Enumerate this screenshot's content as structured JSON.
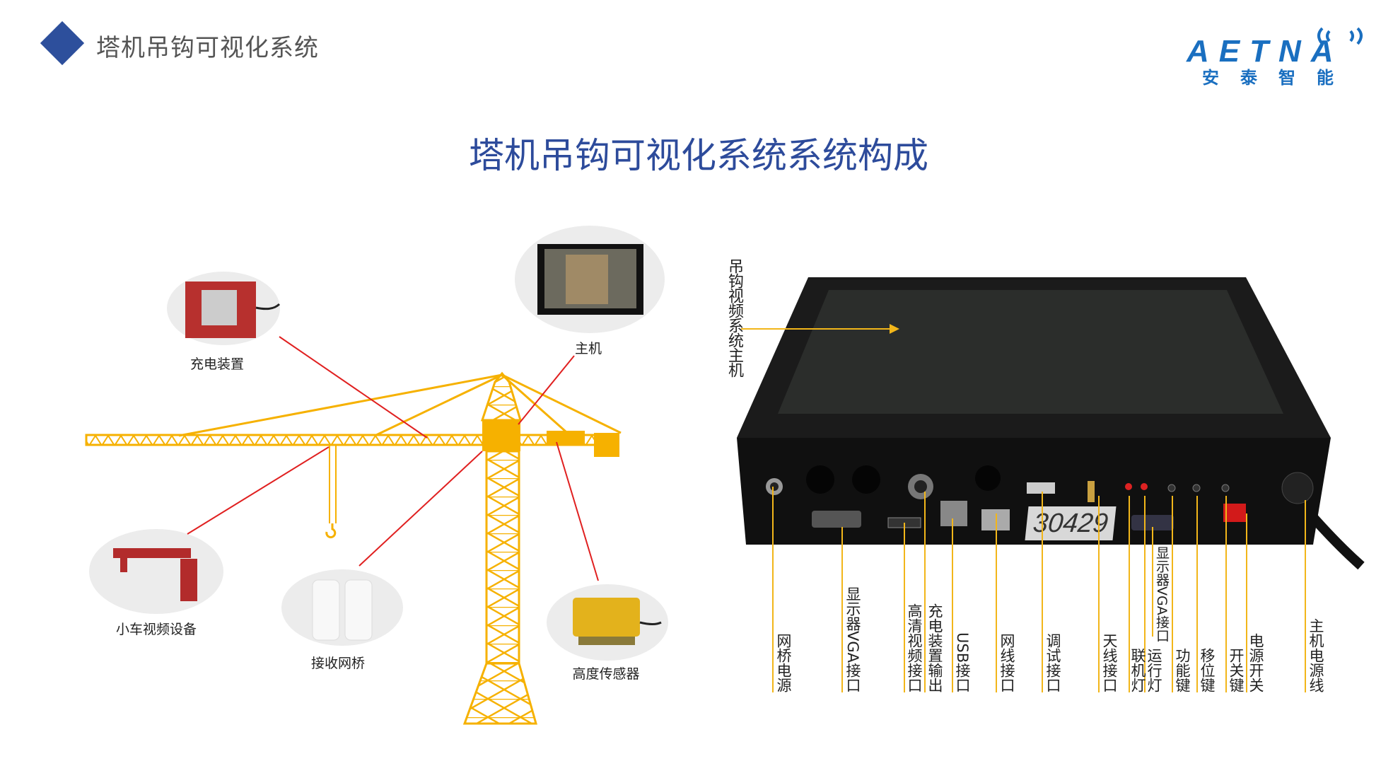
{
  "header": {
    "title": "塔机吊钩可视化系统"
  },
  "logo": {
    "word": "AETNA",
    "cn": "安泰智能"
  },
  "main_title": "塔机吊钩可视化系统系统构成",
  "crane_components": {
    "charger": "充电装置",
    "host": "主机",
    "trolley_camera": "小车视频设备",
    "bridge_receiver": "接收网桥",
    "height_sensor": "高度传感器"
  },
  "host_panel": {
    "title": "吊钩视频系统主机",
    "sticker": "30429",
    "ports": [
      {
        "label": "网桥电源"
      },
      {
        "label": "显示器VGA接口"
      },
      {
        "label": "高清视频接口"
      },
      {
        "label": "充电装置输出"
      },
      {
        "label": "USB接口"
      },
      {
        "label": "网线接口"
      },
      {
        "label": "调试接口"
      },
      {
        "label": "天线接口"
      },
      {
        "label": "联机灯"
      },
      {
        "label": "运行灯"
      },
      {
        "label": "显示器VGA接口"
      },
      {
        "label": "功能键"
      },
      {
        "label": "移位键"
      },
      {
        "label": "开关键"
      },
      {
        "label": "电源开关"
      },
      {
        "label": "主机电源线"
      }
    ]
  },
  "colors": {
    "brand": "#2d4f9c",
    "crane": "#f6b100",
    "leader_red": "#e02020",
    "leader_yellow": "#f2b61a"
  }
}
